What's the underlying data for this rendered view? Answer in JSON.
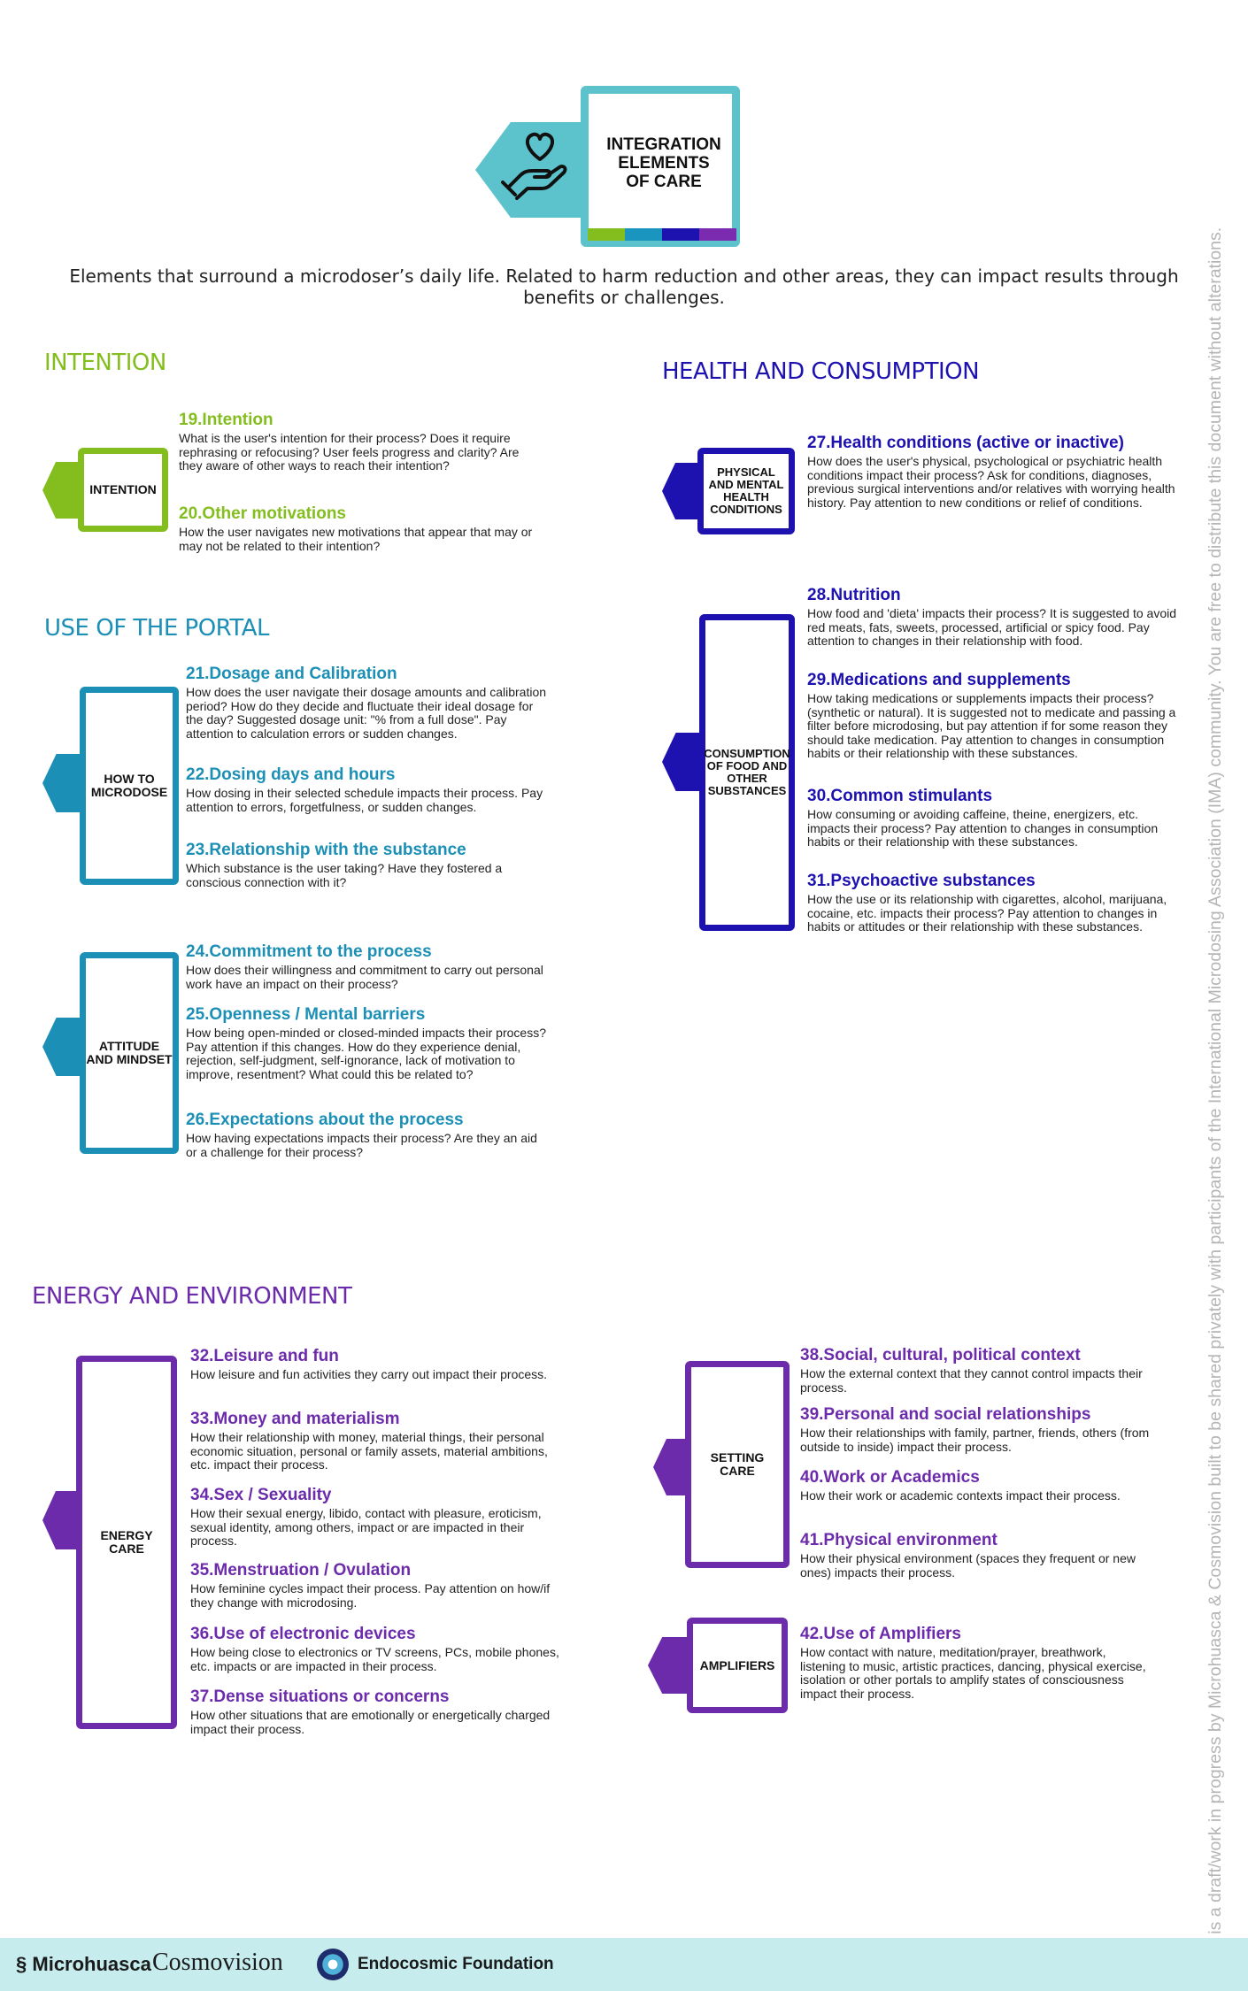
{
  "header": {
    "title_lines": [
      "INTEGRATION",
      "ELEMENTS",
      "OF CARE"
    ],
    "icon": "hand-heart-icon",
    "stripe_colors": [
      "#84be1e",
      "#1a95bf",
      "#1d12b0",
      "#7a2bb0"
    ]
  },
  "intro": "Elements that surround a microdoser’s daily life. Related to harm reduction and other areas, they can impact results through benefits or challenges.",
  "colors": {
    "green": "#84be1e",
    "teal": "#1b8fb5",
    "navy": "#1d12b0",
    "purple": "#6b2bab"
  },
  "sections": {
    "intention": {
      "title": "INTENTION",
      "card": "INTENTION",
      "items": [
        {
          "title": "19.Intention",
          "text": "What is the user's intention for their process? Does it require rephrasing or refocusing? User feels progress and clarity? Are they aware of other ways to reach their intention?"
        },
        {
          "title": "20.Other motivations",
          "text": "How the user navigates new motivations that appear that may or may not be related to their intention?"
        }
      ]
    },
    "portal": {
      "title": "USE OF THE PORTAL",
      "card1": "HOW TO MICRODOSE",
      "card2": "ATTITUDE AND MINDSET",
      "items": [
        {
          "title": "21.Dosage and Calibration",
          "text": "How does the user navigate their dosage amounts and calibration period? How do they decide and fluctuate their ideal dosage for the day? Suggested dosage unit: \"% from a full dose\". Pay attention to calculation errors or sudden changes."
        },
        {
          "title": "22.Dosing days and hours",
          "text": "How dosing in their selected schedule impacts their process. Pay attention to errors, forgetfulness, or sudden changes."
        },
        {
          "title": "23.Relationship with the substance",
          "text": "Which substance is the user taking? Have they fostered a conscious connection with it?"
        },
        {
          "title": "24.Commitment to the process",
          "text": "How does their willingness and commitment to carry out personal work have an impact on their process?"
        },
        {
          "title": "25.Openness / Mental barriers",
          "text": "How being open-minded or closed-minded impacts their process? Pay attention if this changes. How do they experience denial, rejection, self-judgment, self-ignorance, lack of motivation to improve, resentment? What could this be related to?"
        },
        {
          "title": "26.Expectations about the process",
          "text": "How having expectations impacts their process? Are they an aid or a challenge for their process?"
        }
      ]
    },
    "health": {
      "title": "HEALTH AND CONSUMPTION",
      "card1": "PHYSICAL AND MENTAL HEALTH CONDITIONS",
      "card2": "CONSUMPTION OF FOOD AND OTHER SUBSTANCES",
      "items": [
        {
          "title": "27.Health conditions (active or inactive)",
          "text": "How does the user's physical, psychological or psychiatric health conditions impact their process? Ask for conditions, diagnoses, previous surgical interventions and/or relatives with worrying health history. Pay attention to new conditions or relief of conditions."
        },
        {
          "title": "28.Nutrition",
          "text": "How food and 'dieta' impacts their process? It is suggested to avoid red meats, fats, sweets, processed, artificial or spicy food. Pay attention to changes in their relationship with food."
        },
        {
          "title": "29.Medications and supplements",
          "text": "How taking medications or supplements impacts their process? (synthetic or natural). It is suggested not to medicate and passing a filter before microdosing, but pay attention if for some reason they should take medication. Pay attention to changes in consumption habits or their relationship with these substances."
        },
        {
          "title": "30.Common stimulants",
          "text": "How consuming or avoiding caffeine, theine, energizers, etc. impacts their process? Pay attention to changes in consumption habits or their relationship with these substances."
        },
        {
          "title": "31.Psychoactive substances",
          "text": "How the use or its relationship with cigarettes, alcohol, marijuana, cocaine, etc. impacts their process? Pay attention to changes in habits or attitudes or their relationship with these substances."
        }
      ]
    },
    "energy": {
      "title": "ENERGY AND ENVIRONMENT",
      "card1": "ENERGY CARE",
      "card2": "SETTING CARE",
      "card3": "AMPLIFIERS",
      "items": [
        {
          "title": "32.Leisure and fun",
          "text": "How leisure and fun activities they carry out impact their process."
        },
        {
          "title": "33.Money and materialism",
          "text": "How their relationship with money, material things, their personal economic situation, personal or family assets, material ambitions, etc. impact their process."
        },
        {
          "title": "34.Sex / Sexuality",
          "text": "How their sexual energy, libido, contact with pleasure, eroticism, sexual identity, among others, impact or are impacted in their process."
        },
        {
          "title": "35.Menstruation / Ovulation",
          "text": "How feminine cycles impact their process. Pay attention on how/if they change with microdosing."
        },
        {
          "title": "36.Use of electronic devices",
          "text": "How being close to electronics or TV screens, PCs, mobile phones, etc. impacts or are impacted in their process."
        },
        {
          "title": "37.Dense situations or concerns",
          "text": "How other situations that are emotionally or energetically charged impact their process."
        },
        {
          "title": "38.Social, cultural, political context",
          "text": "How the external context that they cannot control impacts their process."
        },
        {
          "title": "39.Personal and social relationships",
          "text": "How their relationships with family, partner, friends, others (from outside to inside) impact their process."
        },
        {
          "title": "40.Work or Academics",
          "text": "How their work or academic contexts impact their process."
        },
        {
          "title": "41.Physical environment",
          "text": "How their physical environment (spaces they frequent or new ones) impacts their process."
        },
        {
          "title": "42.Use of Amplifiers",
          "text": "How contact with nature, meditation/prayer, breathwork, listening to music, artistic practices, dancing, physical exercise, isolation or other portals to amplify states of consciousness impact their process."
        }
      ]
    }
  },
  "sidebar": "This is a draft/work in progress by Microhuasca & Cosmovision built to be shared privately with participants of the International Microdosing Association (IMA) community. You are free to distribute this document without alterations.",
  "footer": {
    "logo1": "Microhuasca",
    "logo2": "Cosmovision",
    "logo3": "Endocosmic Foundation"
  }
}
